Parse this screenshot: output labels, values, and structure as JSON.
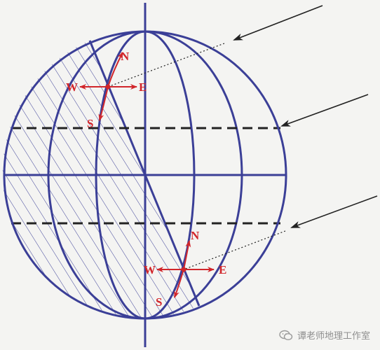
{
  "diagram": {
    "compass_upper": {
      "north": "N",
      "south": "S",
      "west": "W",
      "east": "E"
    },
    "compass_lower": {
      "north": "N",
      "south": "S",
      "west": "W",
      "east": "E"
    }
  },
  "watermark": {
    "text": "谭老师地理工作室",
    "icon": "wechat-icon"
  },
  "colors": {
    "globe": "#3b3f97",
    "compass": "#d1262b",
    "arrows": "#222222",
    "background": "#f4f4f2"
  }
}
